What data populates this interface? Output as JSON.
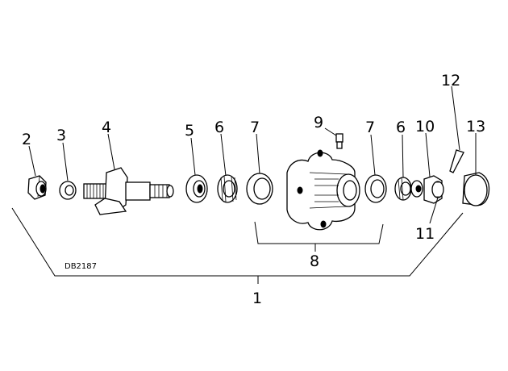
{
  "drawing_code": "DB2187",
  "callouts": {
    "c1": "1",
    "c2": "2",
    "c3": "3",
    "c4": "4",
    "c5": "5",
    "c6a": "6",
    "c7a": "7",
    "c8": "8",
    "c9": "9",
    "c7b": "7",
    "c6b": "6",
    "c10": "10",
    "c11": "11",
    "c12": "12",
    "c13": "13"
  }
}
